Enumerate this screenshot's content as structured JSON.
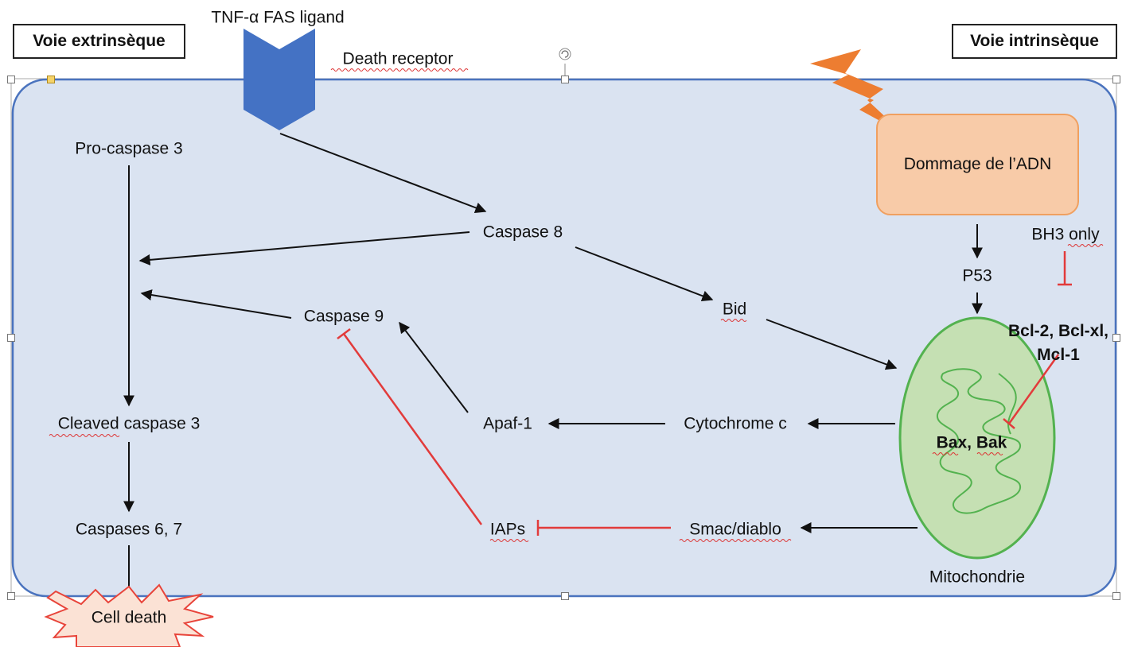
{
  "headers": {
    "extrinsic": "Voie extrinsèque",
    "intrinsic": "Voie intrinsèque"
  },
  "ligand_label": "TNF-α FAS ligand",
  "receptor_label": "Death receptor",
  "nodes": {
    "pro_caspase3": "Pro-caspase 3",
    "caspase8": "Caspase 8",
    "caspase9": "Caspase 9",
    "bid": "Bid",
    "cleaved_caspase3": "Cleaved caspase 3",
    "apaf1": "Apaf-1",
    "cytochrome_c": "Cytochrome c",
    "caspases67": "Caspases 6, 7",
    "iaps": "IAPs",
    "smac": "Smac/diablo",
    "cell_death": "Cell death",
    "dna_damage": "Dommage de l’ADN",
    "p53": "P53",
    "bh3": "BH3 only",
    "bcl_line1": "Bcl-2, Bcl-xl,",
    "bcl_line2": "Mcl-1",
    "bax_bak": "Bax, Bak",
    "mitochondria": "Mitochondrie"
  },
  "colors": {
    "cell_fill": "#dae3f1",
    "cell_stroke": "#4a73be",
    "receptor": "#4472c4",
    "lightning": "#ed7d31",
    "dna_fill": "#f8cba8",
    "mito_fill": "#c5e0b3",
    "mito_stroke": "#53b24f",
    "inhibition": "#e23b3b",
    "arrow": "#111111",
    "burst_fill": "#fbe2d5",
    "burst_stroke": "#e8443a"
  },
  "icons": {
    "rotate_handle": "rotate-icon",
    "lightning": "lightning-bolt-icon",
    "receptor": "death-receptor-icon"
  }
}
